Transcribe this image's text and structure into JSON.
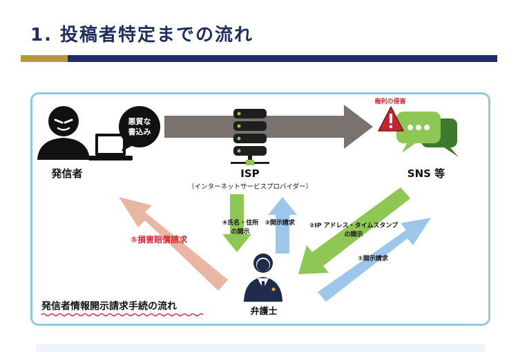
{
  "heading": "1. 投稿者特定までの流れ",
  "diagram": {
    "poster_label": "発信者",
    "bubble_line1": "悪質な",
    "bubble_line2": "書込み",
    "isp_label": "ISP",
    "isp_sub": "（インターネットサービスプロバイダー）",
    "sns_label": "SNS 等",
    "rights_label": "権利の侵害",
    "lawyer_label": "弁護士",
    "step1": "①開示請求",
    "step2_line1": "②IP アドレス・タイムスタンプ",
    "step2_line2": "の開示",
    "step3": "③開示請求",
    "step4_line1": "④氏名・住所",
    "step4_line2": "の開示",
    "step5": "⑤損害賠償請求",
    "flow_caption": "発信者情報開示請求手続の流れ"
  },
  "colors": {
    "navy": "#1f2b6b",
    "gold": "#b49a3c",
    "panel_border": "#8ec9df",
    "green": "#8fc754",
    "blue": "#9cc6ea",
    "salmon": "#e8b6a3",
    "gray_arrow": "#7a726c",
    "red_text": "#d42a36"
  }
}
